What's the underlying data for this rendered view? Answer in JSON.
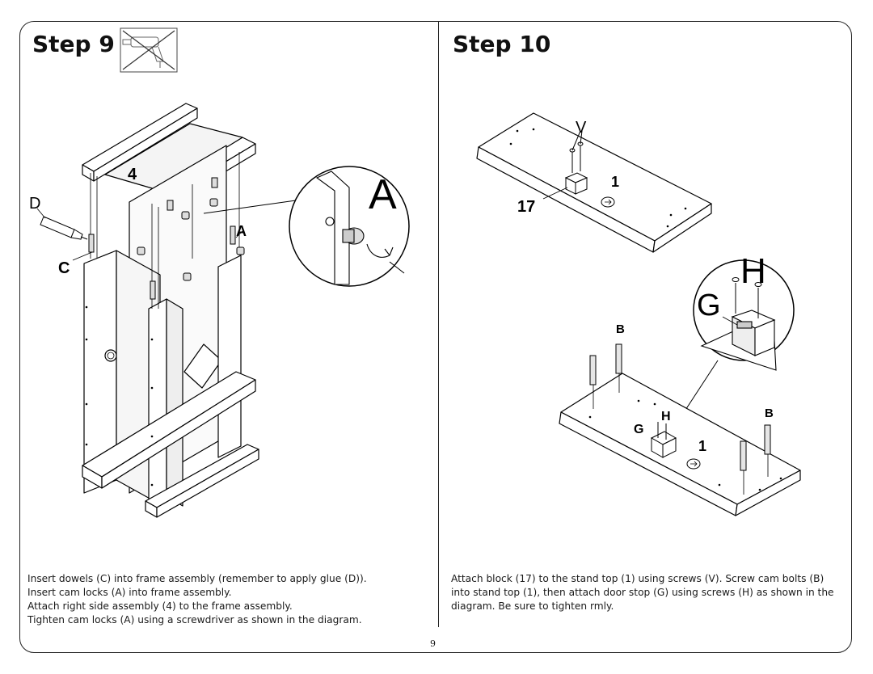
{
  "page_number": "9",
  "step9": {
    "title": "Step 9",
    "no_drill_icon": "no-power-drill-icon",
    "labels": {
      "part_4": "4",
      "D": "D",
      "C": "C",
      "A_small": "A",
      "A_large": "A"
    },
    "instructions": [
      "Insert dowels (C) into frame assembly (remember to apply glue (D)).",
      "Insert cam locks (A) into frame assembly.",
      "Attach right side assembly (4) to the frame assembly.",
      "Tighten cam locks (A) using a screwdriver as shown in the diagram."
    ]
  },
  "step10": {
    "title": "Step 10",
    "labels": {
      "V": "V",
      "part_1_top": "1",
      "part_17": "17",
      "H_large": "H",
      "G_large": "G",
      "B_left": "B",
      "B_right": "B",
      "H_small": "H",
      "G_small": "G",
      "part_1_bottom": "1"
    },
    "instructions": [
      "Attach block (17) to the stand top (1) using screws (V).  Screw cam bolts (B)",
      "into stand top (1),  then attach door stop (G) using screws (H) as shown in the",
      "diagram. Be sure to tighten   rmly."
    ]
  }
}
